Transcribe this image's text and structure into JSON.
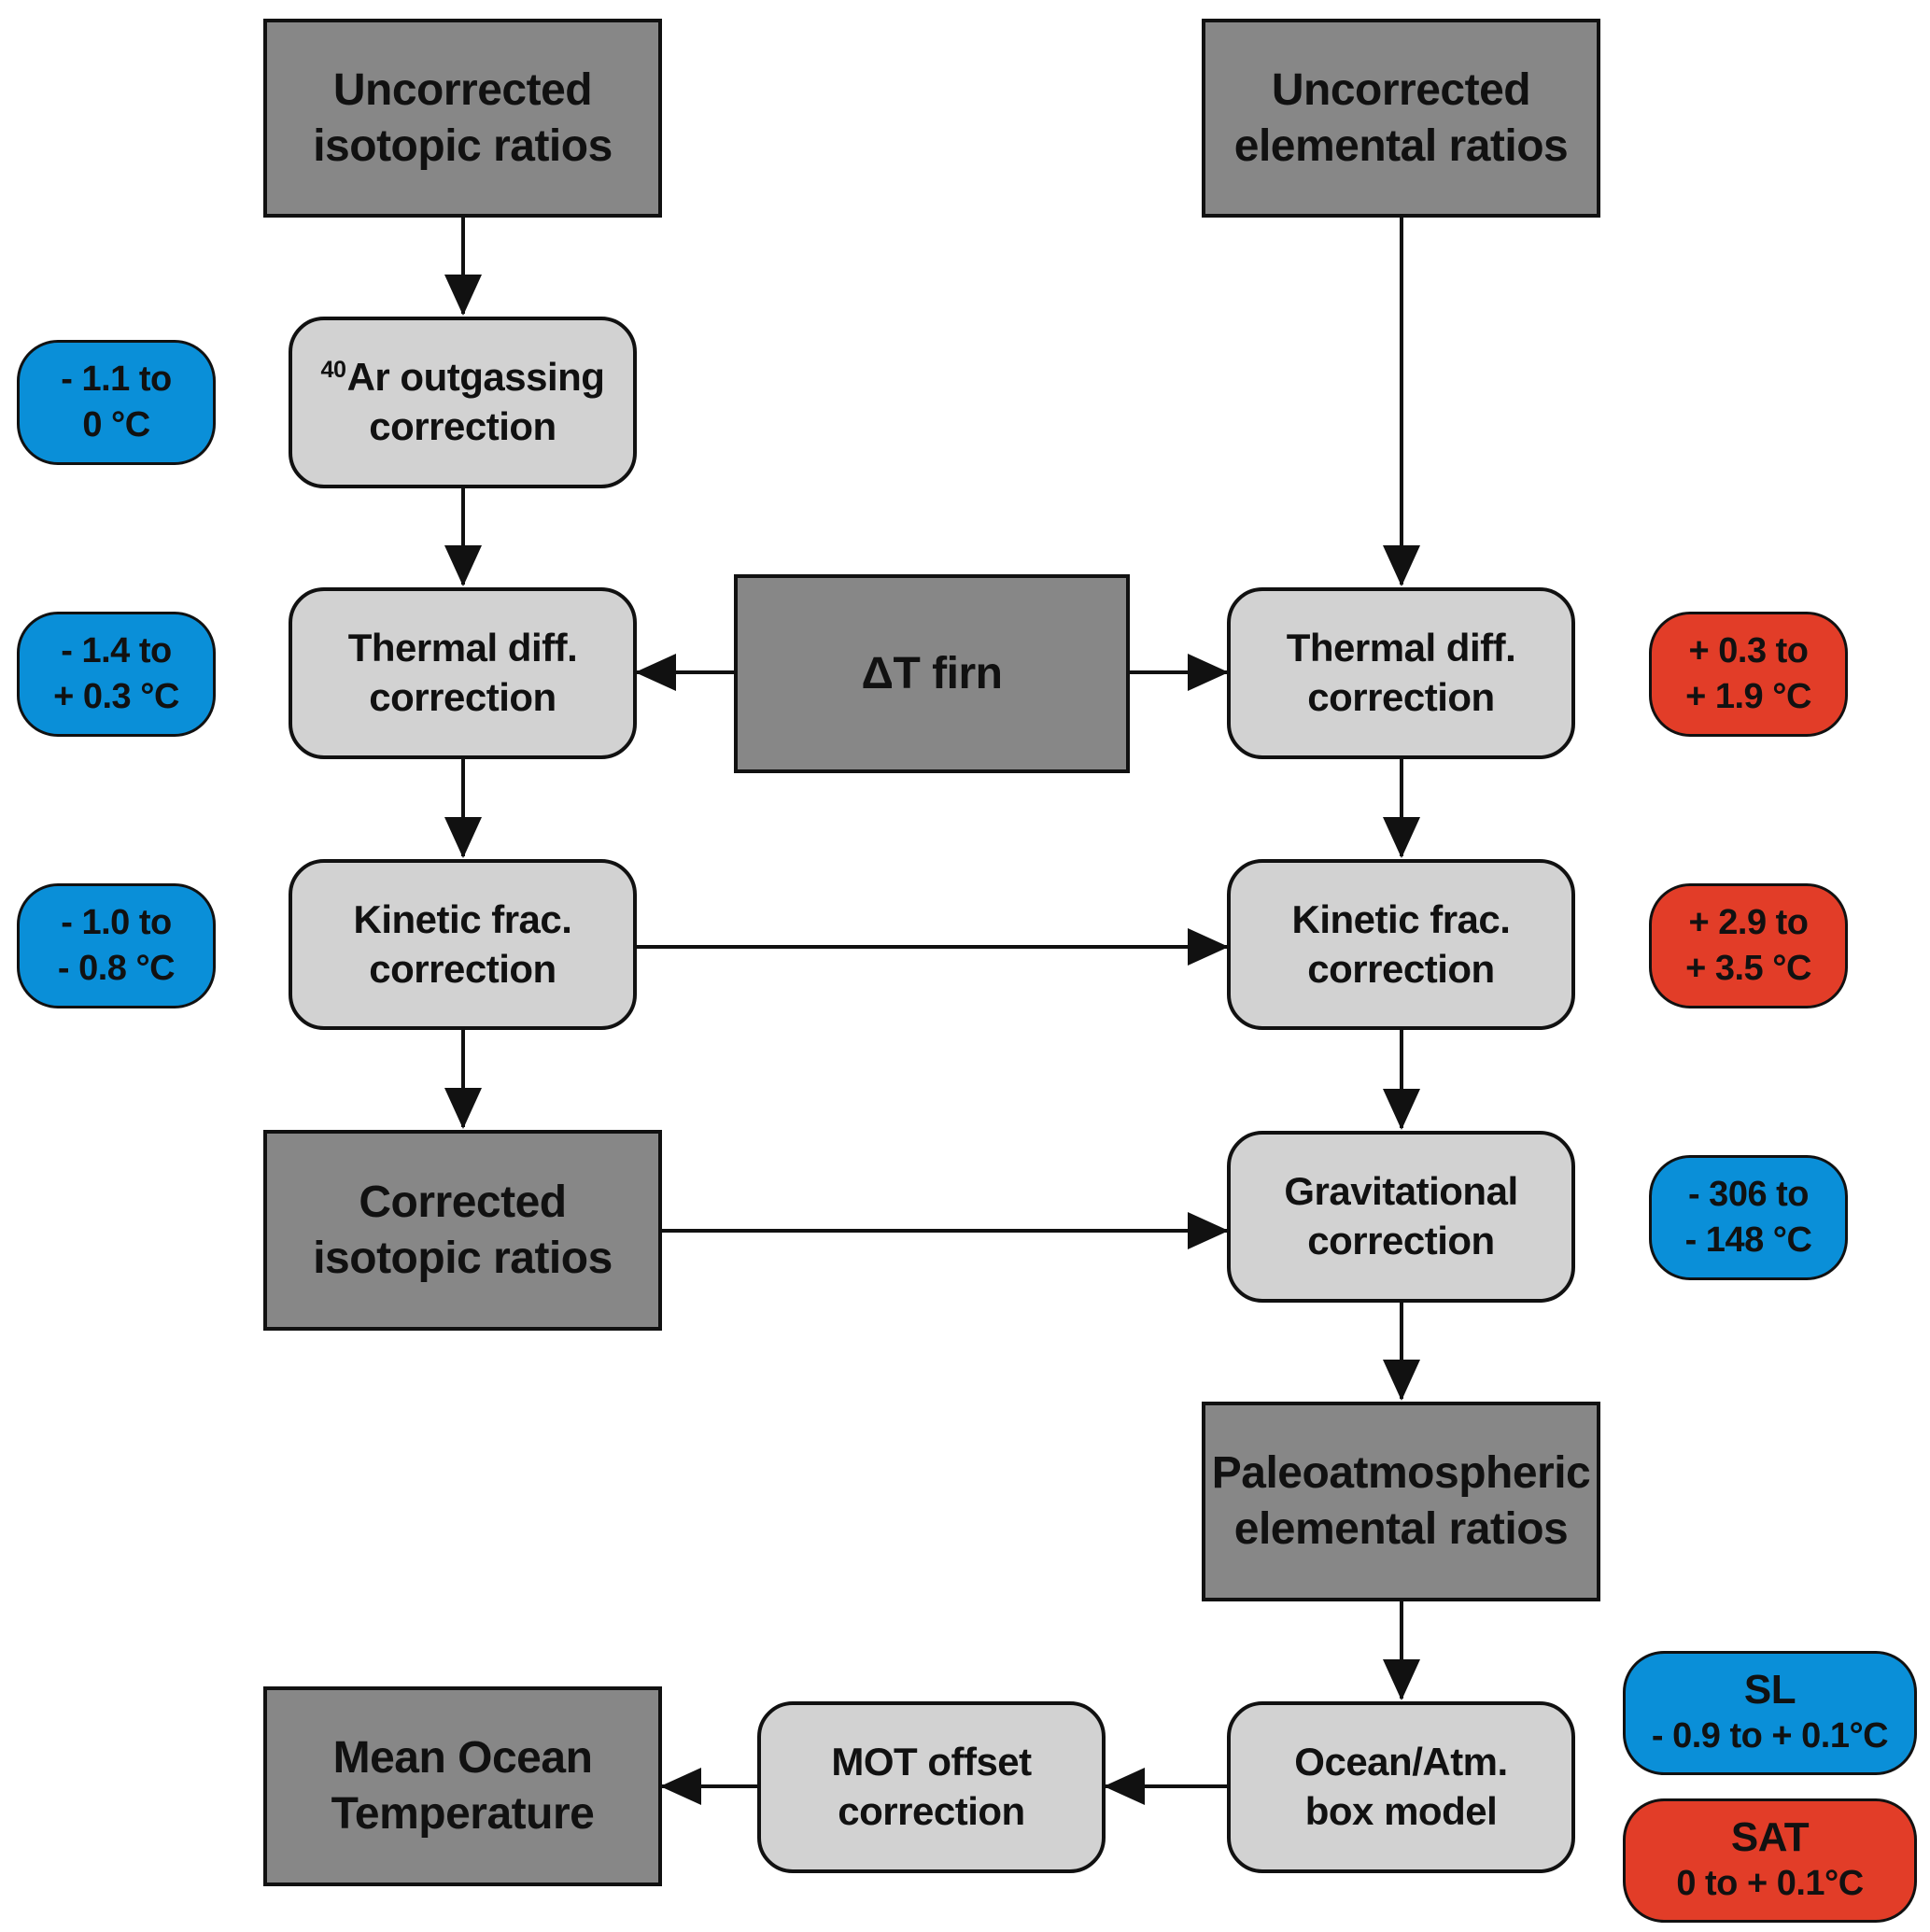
{
  "nodes": {
    "uncorrected_isotopic": [
      "Uncorrected",
      "isotopic ratios"
    ],
    "uncorrected_elemental": [
      "Uncorrected",
      "elemental ratios"
    ],
    "ar_outgassing": {
      "sup": "40",
      "line1": "Ar outgassing",
      "line2": "correction"
    },
    "thermal_left": [
      "Thermal diff.",
      "correction"
    ],
    "delta_t_firn": "ΔT firn",
    "thermal_right": [
      "Thermal diff.",
      "correction"
    ],
    "kinetic_left": [
      "Kinetic frac.",
      "correction"
    ],
    "kinetic_right": [
      "Kinetic frac.",
      "correction"
    ],
    "corrected_isotopic": [
      "Corrected",
      "isotopic ratios"
    ],
    "gravitational": [
      "Gravitational",
      "correction"
    ],
    "paleoatmospheric": [
      "Paleoatmospheric",
      "elemental ratios"
    ],
    "mean_ocean_temp": [
      "Mean Ocean",
      "Temperature"
    ],
    "mot_offset": [
      "MOT offset",
      "correction"
    ],
    "box_model": [
      "Ocean/Atm.",
      "box model"
    ]
  },
  "pills": {
    "ar_range": [
      "- 1.1 to",
      "0 °C"
    ],
    "thermal_left_range": [
      "- 1.4 to",
      "+ 0.3 °C"
    ],
    "kinetic_left_range": [
      "- 1.0 to",
      "- 0.8 °C"
    ],
    "thermal_right_range": [
      "+ 0.3 to",
      "+ 1.9 °C"
    ],
    "kinetic_right_range": [
      "+ 2.9 to",
      "+ 3.5 °C"
    ],
    "gravitational_range": [
      "- 306 to",
      "- 148 °C"
    ],
    "sl": {
      "title": "SL",
      "range": "- 0.9 to + 0.1°C"
    },
    "sat": {
      "title": "SAT",
      "range": "0 to + 0.1°C"
    }
  },
  "colors": {
    "dark_box": "#878787",
    "light_box": "#d2d2d2",
    "blue_pill": "#0a8fd8",
    "red_pill": "#e23d28",
    "stroke": "#111111"
  }
}
